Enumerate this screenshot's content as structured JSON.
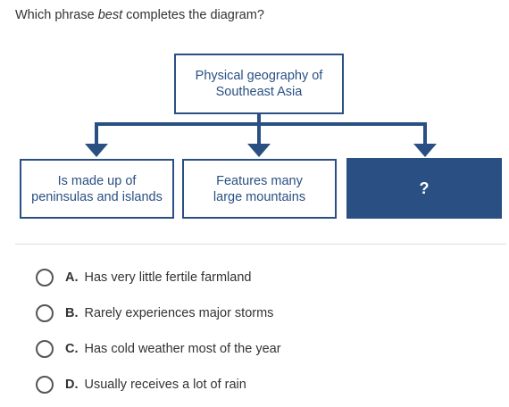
{
  "question": {
    "before": "Which phrase ",
    "emphasis": "best",
    "after": " completes the diagram?"
  },
  "diagram": {
    "top_box": [
      "Physical geography of",
      "Southeast Asia"
    ],
    "boxes": [
      [
        "Is made up of",
        "peninsulas and islands"
      ],
      [
        "Features many",
        "large mountains"
      ],
      [
        "?"
      ]
    ],
    "colors": {
      "box_border": "#2a5083",
      "highlight_fill": "#2a5083"
    }
  },
  "options": [
    {
      "letter": "A.",
      "text": "Has very little fertile farmland"
    },
    {
      "letter": "B.",
      "text": "Rarely experiences major storms"
    },
    {
      "letter": "C.",
      "text": "Has cold weather most of the year"
    },
    {
      "letter": "D.",
      "text": "Usually receives a lot of rain"
    }
  ]
}
